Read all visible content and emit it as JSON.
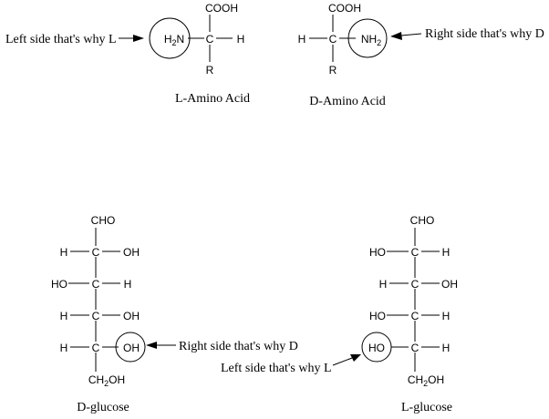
{
  "l_amino": {
    "cooh": "COOH",
    "left": "H2N",
    "center": "C",
    "right": "H",
    "bottom": "R",
    "note": "Left side that's why L",
    "caption": "L-Amino Acid"
  },
  "d_amino": {
    "cooh": "COOH",
    "left": "H",
    "center": "C",
    "right": "NH2",
    "bottom": "R",
    "note": "Right side that's why D",
    "caption": "D-Amino Acid"
  },
  "d_glucose": {
    "top": "CHO",
    "rows": [
      {
        "left": "H",
        "center": "C",
        "right": "OH"
      },
      {
        "left": "HO",
        "center": "C",
        "right": "H"
      },
      {
        "left": "H",
        "center": "C",
        "right": "OH"
      },
      {
        "left": "H",
        "center": "C",
        "right": "OH"
      }
    ],
    "bottom": "CH2OH",
    "note": "Right side that's why D",
    "caption": "D-glucose"
  },
  "l_glucose": {
    "top": "CHO",
    "rows": [
      {
        "left": "HO",
        "center": "C",
        "right": "H"
      },
      {
        "left": "H",
        "center": "C",
        "right": "OH"
      },
      {
        "left": "HO",
        "center": "C",
        "right": "H"
      },
      {
        "left": "HO",
        "center": "C",
        "right": "H"
      }
    ],
    "bottom": "CH2OH",
    "note": "Left side that's why L",
    "caption": "L-glucose"
  }
}
